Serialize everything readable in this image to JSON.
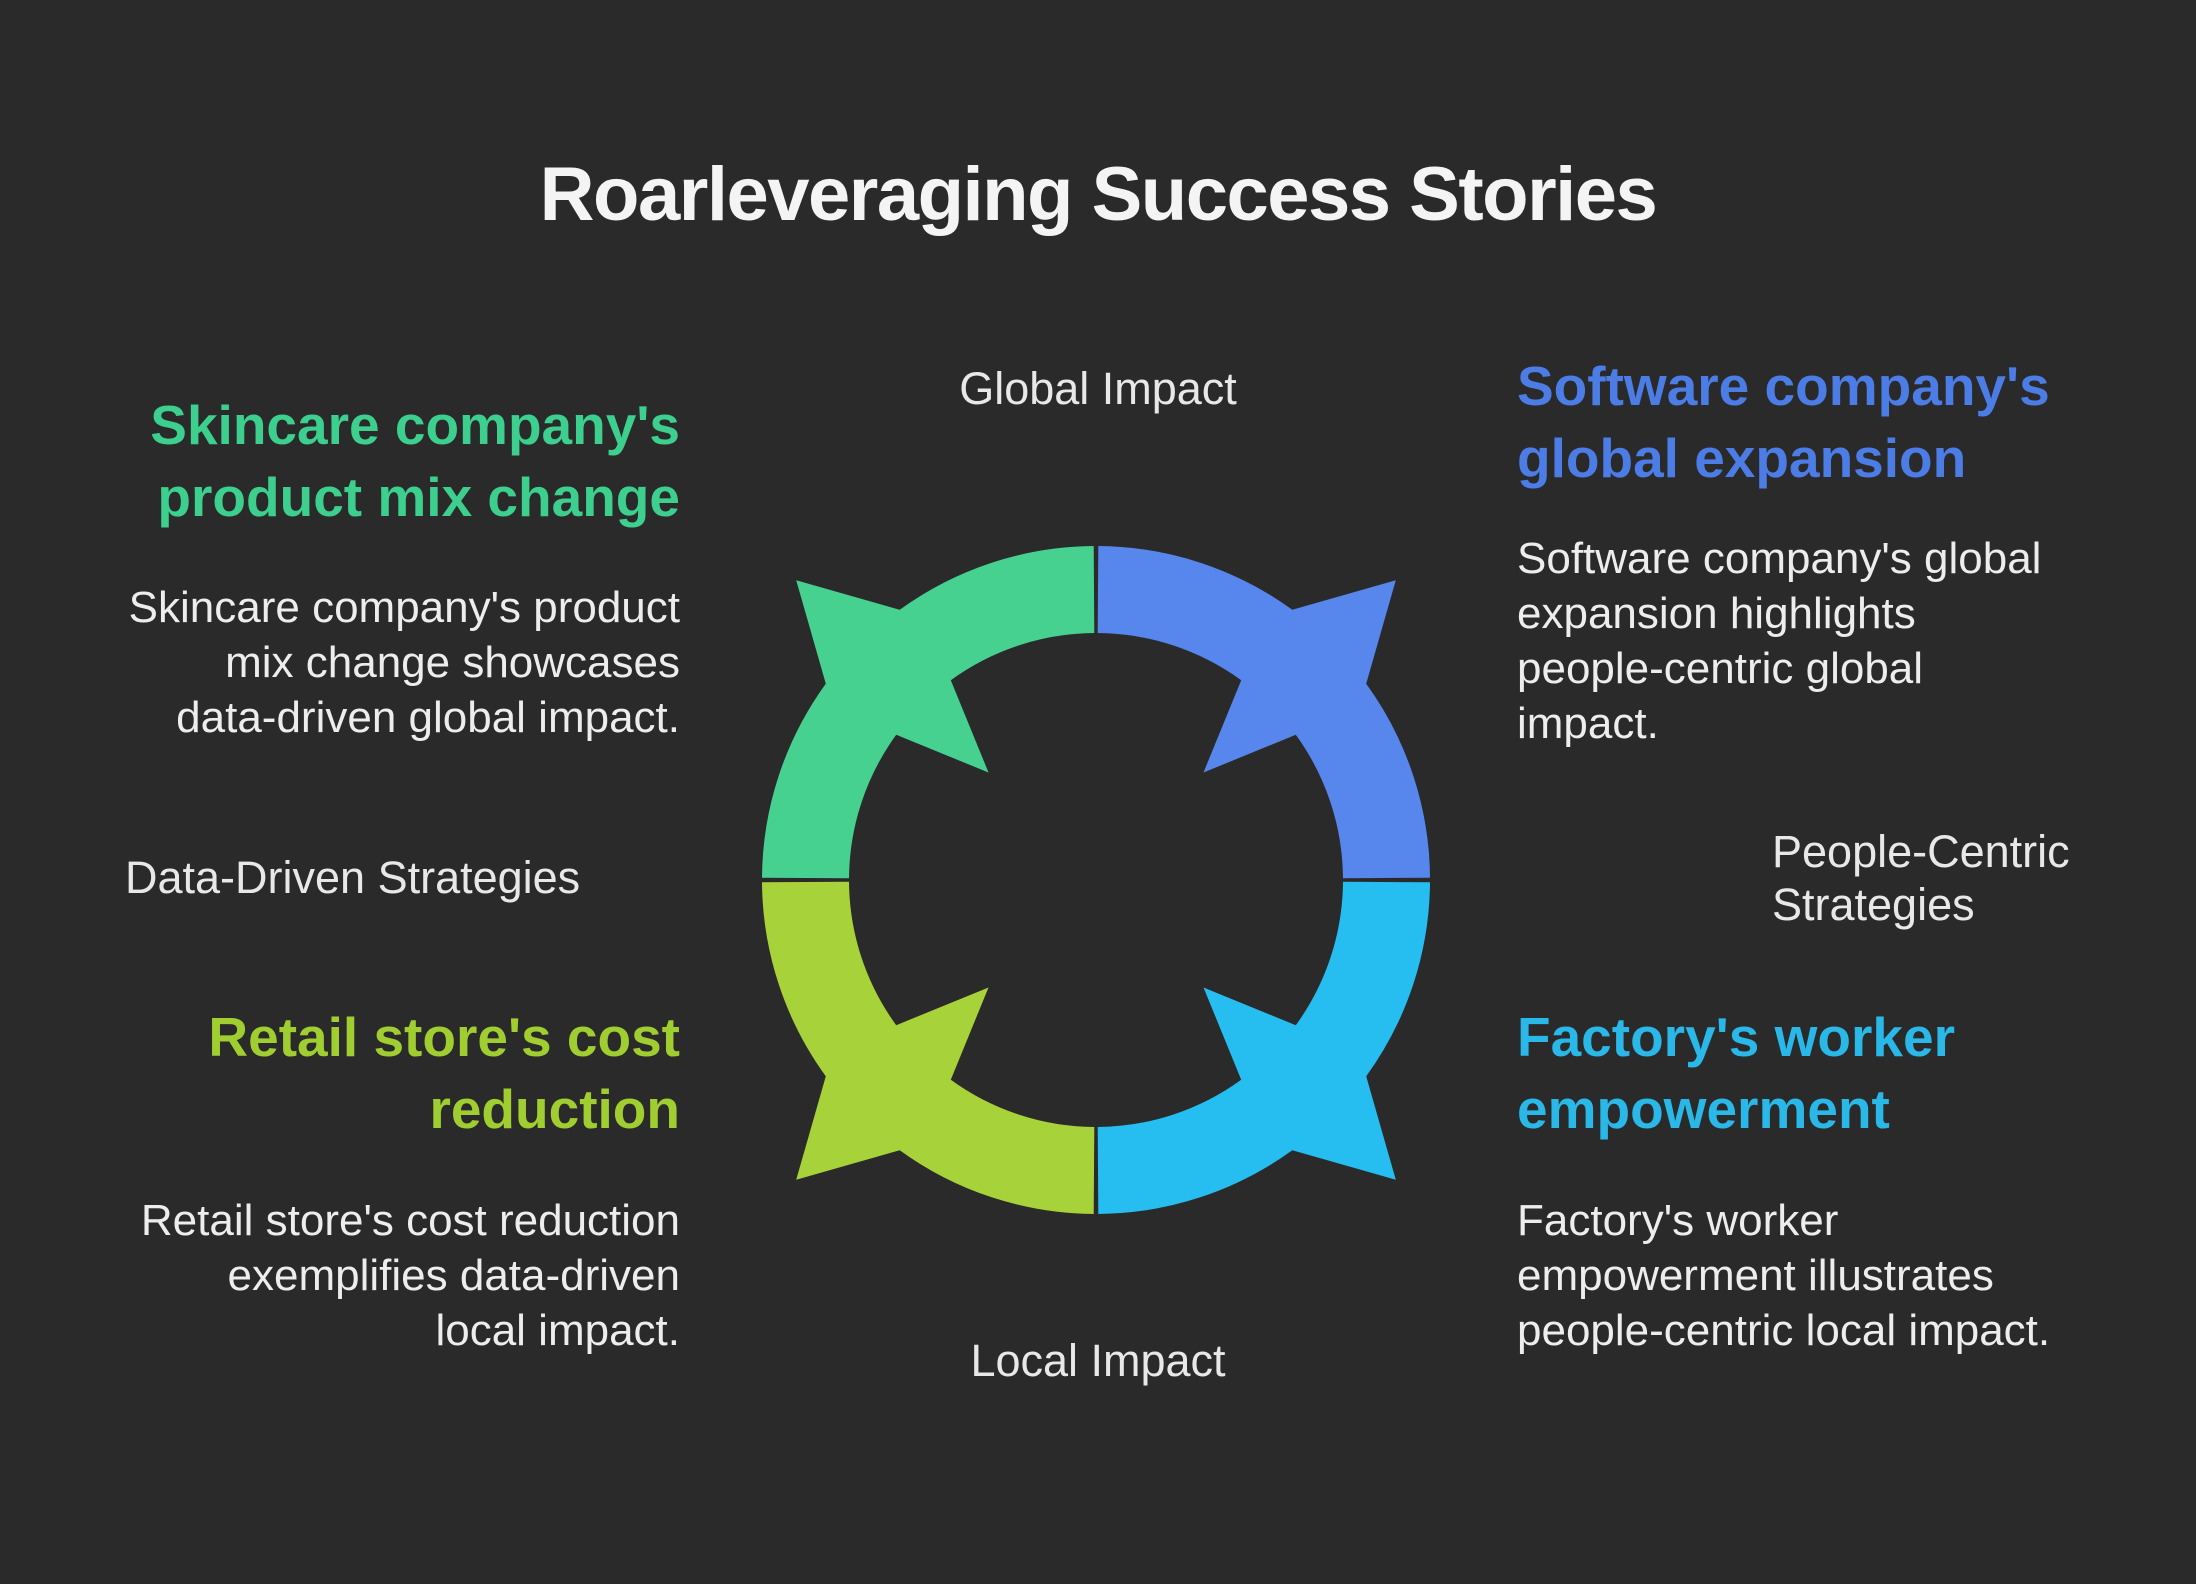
{
  "title": "Roarleveraging Success Stories",
  "background_color": "#2a2a2b",
  "title_color": "#f4f4f4",
  "body_text_color": "#ededed",
  "axis_label_color": "#e8e8e8",
  "axis_labels": {
    "top": "Global Impact",
    "bottom": "Local Impact",
    "left": "Data-Driven Strategies",
    "right": "People-Centric\nStrategies"
  },
  "sections": {
    "top_left": {
      "heading": "Skincare company's\nproduct mix change",
      "heading_color": "#3ccf8e",
      "body": "Skincare company's product\nmix change showcases\ndata-driven global impact."
    },
    "top_right": {
      "heading": "Software company's\nglobal expansion",
      "heading_color": "#4c7de6",
      "body": "Software company's global\nexpansion highlights\npeople-centric global\nimpact."
    },
    "bottom_left": {
      "heading": "Retail store's cost\nreduction",
      "heading_color": "#a0ce30",
      "body": "Retail store's cost reduction\nexemplifies data-driven\nlocal impact."
    },
    "bottom_right": {
      "heading": "Factory's worker\nempowerment",
      "heading_color": "#29b8e8",
      "body": "Factory's worker\nempowerment illustrates\npeople-centric local impact."
    }
  },
  "cycle_diagram": {
    "segments": [
      {
        "position": "top-left",
        "color": "#46d191"
      },
      {
        "position": "top-right",
        "color": "#5787ec"
      },
      {
        "position": "bottom-left",
        "color": "#a8d23a"
      },
      {
        "position": "bottom-right",
        "color": "#26bef0"
      }
    ]
  }
}
